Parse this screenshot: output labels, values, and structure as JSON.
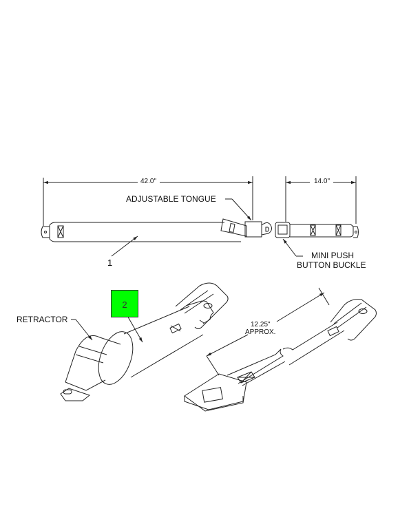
{
  "diagram": {
    "dimensions": {
      "belt_length": "42.0\"",
      "buckle_length": "14.0\"",
      "approx_length": "12.25\"",
      "approx_note": "APPROX."
    },
    "labels": {
      "adjustable_tongue": "ADJUSTABLE TONGUE",
      "buckle_line1": "MINI PUSH",
      "buckle_line2": "BUTTON BUCKLE",
      "retractor": "RETRACTOR"
    },
    "callouts": [
      {
        "number": "1",
        "highlighted": false
      },
      {
        "number": "2",
        "highlighted": true,
        "color": "#00ff00"
      }
    ]
  }
}
